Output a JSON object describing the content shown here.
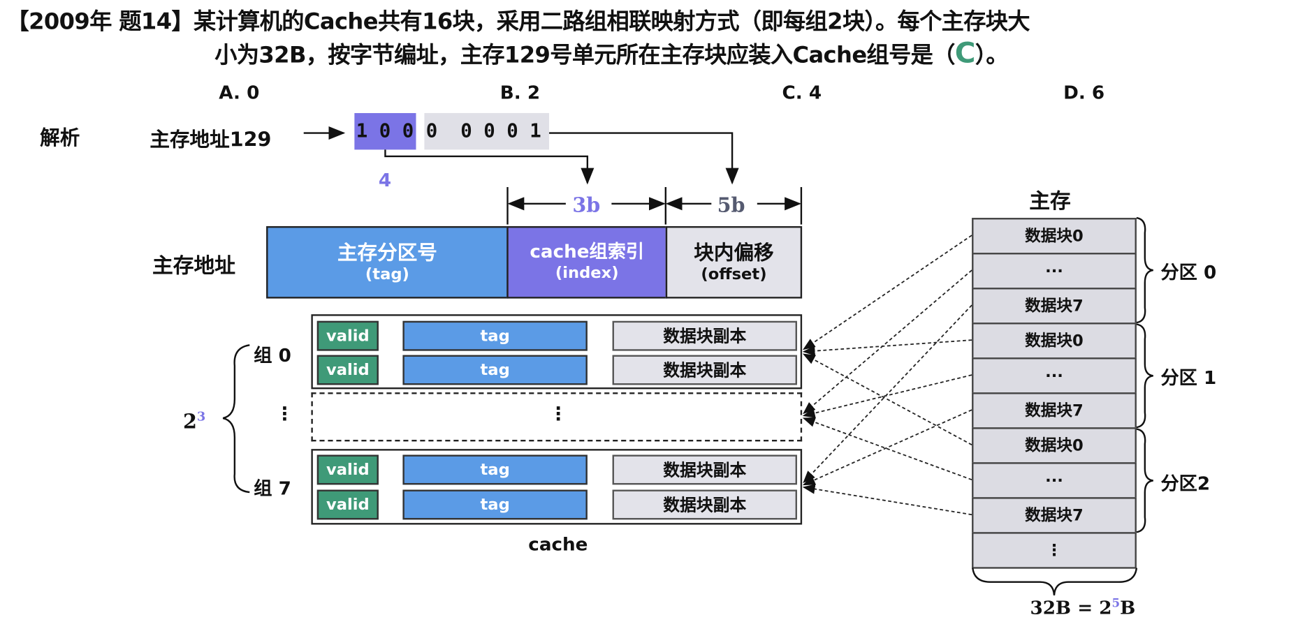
{
  "question": {
    "line1": "【2009年 题14】某计算机的Cache共有16块，采用二路组相联映射方式（即每组2块）。每个主存块大",
    "line2_prefix": "小为32B，按字节编址，主存129号单元所在主存块应装入Cache组号是（",
    "answer": "C",
    "line2_suffix": "）。",
    "answer_color": "#3f9a78"
  },
  "options": [
    "A. 0",
    "B. 2",
    "C. 4",
    "D. 6"
  ],
  "analysis": {
    "label": "解析",
    "address_label": "主存地址129",
    "tag_bits": "1 0 0",
    "rest_bits": "0  0 0 0 1",
    "index_value": "4",
    "index_width": "3b",
    "offset_width": "5b"
  },
  "address_format": {
    "label": "主存地址",
    "fields": [
      {
        "name": "主存分区号",
        "sub": "(tag)",
        "color": "#5b9be6"
      },
      {
        "name": "cache组索引",
        "sub": "(index)",
        "color": "#7b74e6"
      },
      {
        "name": "块内偏移",
        "sub": "(offset)",
        "color": "#e3e3ea"
      }
    ]
  },
  "cache": {
    "caption": "cache",
    "group0": "组 0",
    "group7": "组 7",
    "vdots": "⋮",
    "count": "2",
    "count_exp": "3",
    "line": {
      "valid": "valid",
      "tag": "tag",
      "data": "数据块副本"
    }
  },
  "memory": {
    "title": "主存",
    "blocks": [
      "数据块0",
      "···",
      "数据块7",
      "数据块0",
      "···",
      "数据块7",
      "数据块0",
      "···",
      "数据块7",
      "⋮"
    ],
    "partitions": [
      "分区 0",
      "分区 1",
      "分区2"
    ],
    "block_size": "32B = 2",
    "block_size_exp": "5",
    "block_size_unit": "B"
  }
}
